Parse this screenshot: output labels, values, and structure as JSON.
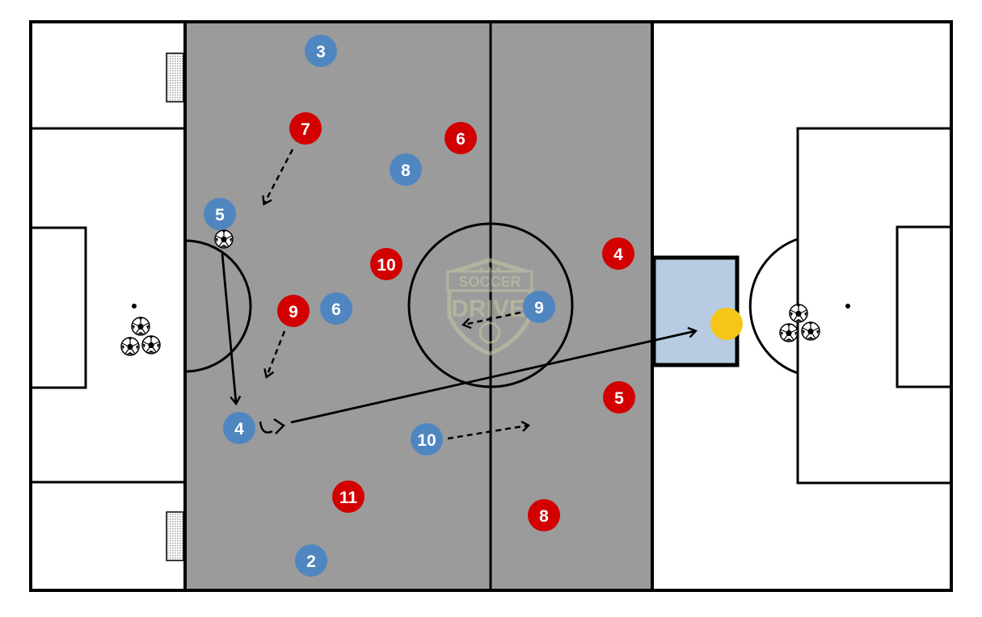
{
  "colors": {
    "field_bg": "#ffffff",
    "zone_fill": "#9b9b9b",
    "line": "#000000",
    "team_blue": "#4f86bf",
    "team_red": "#d20000",
    "target_box": "#b7cce2",
    "target_marker": "#f5c518",
    "logo_tint": "#c7c7a3"
  },
  "logo": {
    "line1": "SOCCER",
    "line2": "DRIVE"
  },
  "players": {
    "blue": [
      {
        "number": "3"
      },
      {
        "number": "8"
      },
      {
        "number": "5"
      },
      {
        "number": "6"
      },
      {
        "number": "9"
      },
      {
        "number": "4"
      },
      {
        "number": "10"
      },
      {
        "number": "2"
      }
    ],
    "red": [
      {
        "number": "7"
      },
      {
        "number": "6"
      },
      {
        "number": "10"
      },
      {
        "number": "4"
      },
      {
        "number": "9"
      },
      {
        "number": "5"
      },
      {
        "number": "11"
      },
      {
        "number": "8"
      }
    ]
  },
  "icons": {
    "ball": "soccer-ball-icon",
    "goal": "mini-goal-icon",
    "target": "target-dot-icon"
  }
}
